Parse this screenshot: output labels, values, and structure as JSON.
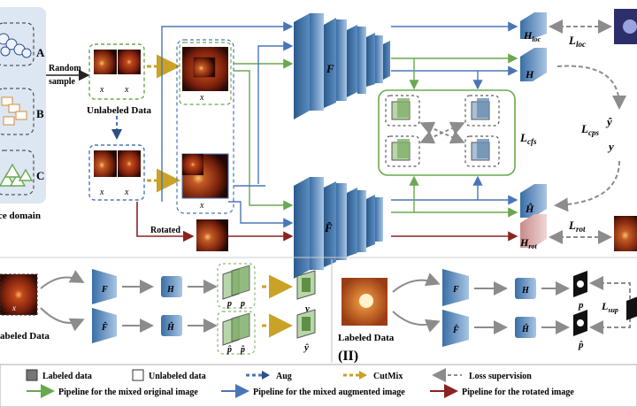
{
  "source_domain": {
    "labels": [
      "A",
      "B",
      "C"
    ],
    "caption": "ce domain"
  },
  "top": {
    "random_sample": [
      "Random",
      "sample"
    ],
    "unlabeled_data": "Unlabeled Data",
    "pair_top": [
      "x",
      "x"
    ],
    "pair_bottom": [
      "x",
      "x"
    ],
    "mix_top_label": "x",
    "mix_bottom_label": "x",
    "rotated": "Rotated",
    "encoder_top": "F",
    "encoder_bottom": "F̂",
    "head_loc": "H",
    "head_loc_sub": "loc",
    "head_main": "H",
    "head_bottom": "Ĥ",
    "head_rot": "H",
    "head_rot_sub": "rot",
    "loss_loc": "L",
    "loss_loc_sub": "loc",
    "loss_cfs": "L",
    "loss_cfs_sub": "cfs",
    "loss_cps": "L",
    "loss_cps_sub": "cps",
    "loss_rot": "L",
    "loss_rot_sub": "rot",
    "y_hat": "ŷ",
    "y": "y"
  },
  "panel_i": {
    "input_label": "x",
    "caption": "abeled Data",
    "enc_top": "F",
    "enc_bottom": "F̂",
    "head_top": "H",
    "head_bottom": "Ĥ",
    "p_top": [
      "p",
      "p"
    ],
    "p_bottom": [
      "p̂",
      "p̂"
    ],
    "out_top": "y",
    "out_bottom": "ŷ"
  },
  "panel_ii": {
    "caption": "Labeled Data",
    "numeral": "(II)",
    "enc_top": "F",
    "enc_bottom": "F̂",
    "head_top": "H",
    "head_bottom": "Ĥ",
    "p_top": "p",
    "p_bottom": "p̂",
    "loss": "L",
    "loss_sub": "sup"
  },
  "legend": {
    "labeled": "Labeled data",
    "unlabeled": "Unlabeled data",
    "aug": "Aug",
    "cutmix": "CutMix",
    "loss_supervision": "Loss supervision",
    "pipe_green": "Pipeline for the mixed original image",
    "pipe_blue": "Pipeline for the mixed augmented image",
    "pipe_red": "Pipeline for the rotated image"
  },
  "colors": {
    "green": "#6aa84f",
    "blue": "#4a76b8",
    "red": "#8b2323",
    "gold": "#c9a227",
    "gray": "#8c8c8c",
    "panel_bg": "#dde6f3"
  }
}
